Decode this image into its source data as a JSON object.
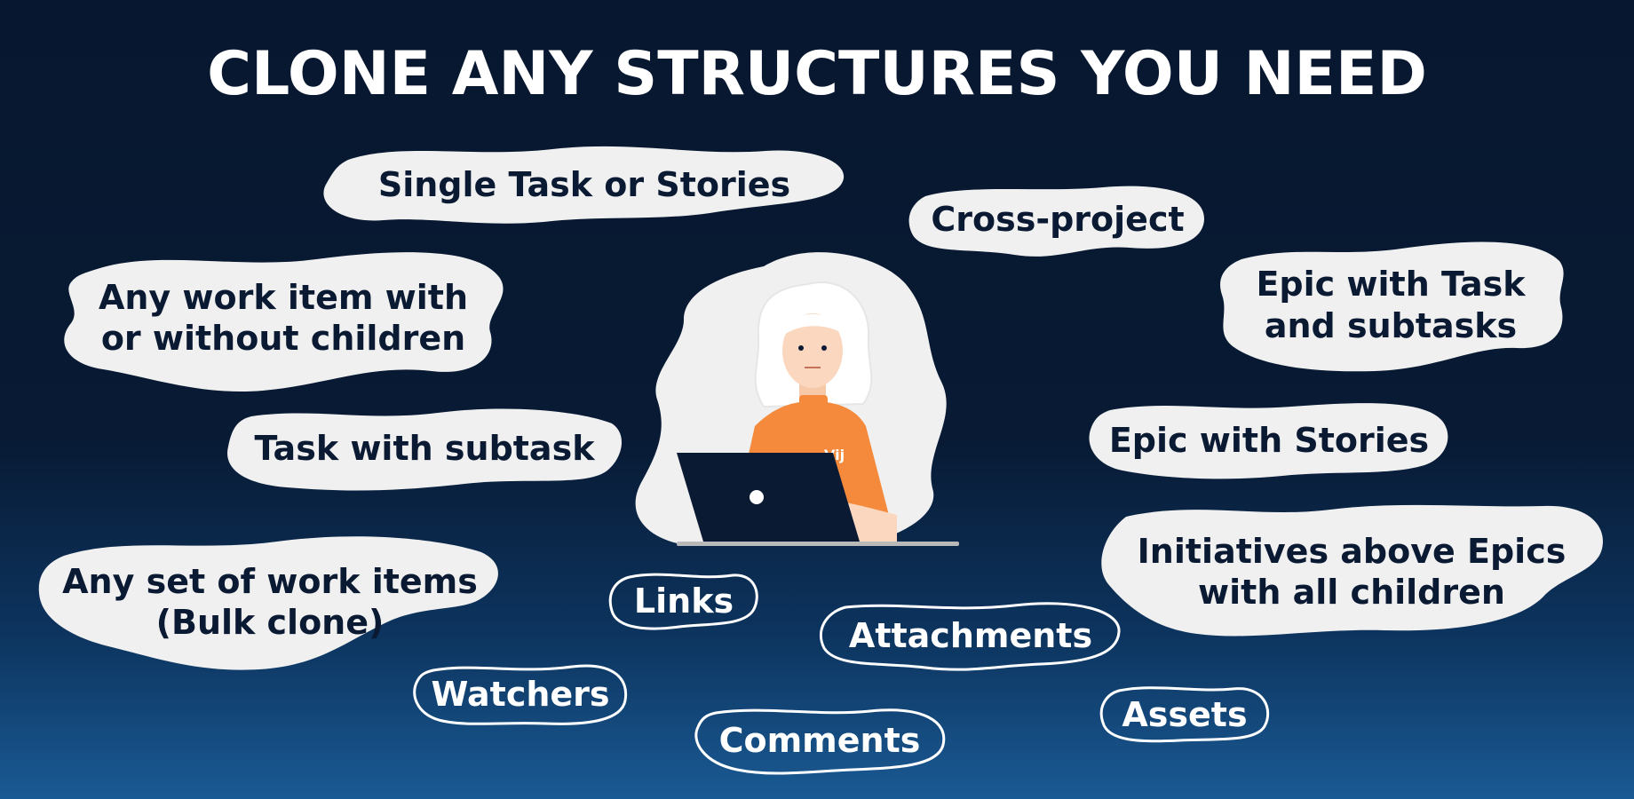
{
  "title": "CLONE ANY STRUCTURES YOU NEED",
  "structures": {
    "single_task": "Single Task or Stories",
    "cross_project": "Cross-project",
    "any_work_item_1": "Any work item with",
    "any_work_item_2": "or without children",
    "epic_task_1": "Epic with Task",
    "epic_task_2": "and subtasks",
    "task_subtask": "Task with subtask",
    "epic_stories": "Epic with Stories",
    "bulk_1": "Any set of work items",
    "bulk_2": "(Bulk clone)",
    "initiatives_1": "Initiatives above Epics",
    "initiatives_2": "with all children"
  },
  "extras": {
    "links": "Links",
    "attachments": "Attachments",
    "watchers": "Watchers",
    "comments": "Comments",
    "assets": "Assets"
  },
  "illustration": {
    "shirt_logo": "Vij",
    "colors": {
      "shirt": "#f58a3c",
      "laptop": "#0b1a33",
      "backdrop": "#f0f0f0"
    }
  }
}
